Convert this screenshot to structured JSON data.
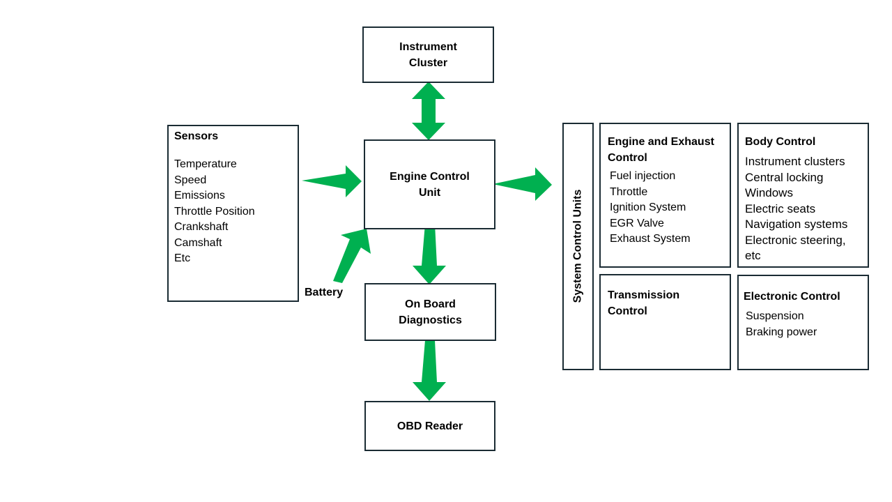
{
  "colors": {
    "arrow": "#00b050",
    "border": "#1a2b33"
  },
  "instrument_cluster": {
    "line1": "Instrument",
    "line2": "Cluster"
  },
  "ecu": {
    "line1": "Engine Control",
    "line2": "Unit"
  },
  "obd": {
    "line1": "On Board",
    "line2": "Diagnostics"
  },
  "obd_reader": {
    "label": "OBD Reader"
  },
  "battery": {
    "label": "Battery"
  },
  "sensors": {
    "title": "Sensors",
    "items": [
      "Temperature",
      "Speed",
      "Emissions",
      "Throttle Position",
      "Crankshaft",
      "Camshaft",
      "Etc"
    ]
  },
  "system_control_units": {
    "label": "System Control Units"
  },
  "engine_exhaust": {
    "title_line1": "Engine and Exhaust",
    "title_line2": "Control",
    "items": [
      "Fuel injection",
      "Throttle",
      "Ignition System",
      "EGR Valve",
      "Exhaust System"
    ]
  },
  "body_control": {
    "title": "Body Control",
    "items": [
      "Instrument clusters",
      "Central locking",
      "Windows",
      "Electric seats",
      "Navigation systems",
      "Electronic steering,",
      "etc"
    ]
  },
  "transmission": {
    "title_line1": "Transmission",
    "title_line2": "Control"
  },
  "electronic_control": {
    "title": "Electronic Control",
    "items": [
      "Suspension",
      "Braking power"
    ]
  }
}
